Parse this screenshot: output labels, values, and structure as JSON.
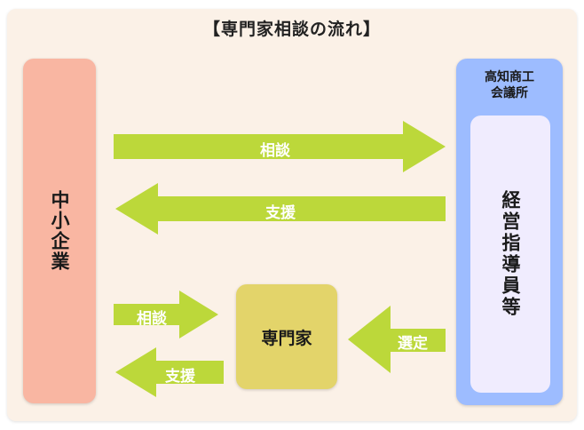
{
  "title": "【専門家相談の流れ】",
  "left_box": {
    "label": "中小企業"
  },
  "right_box": {
    "header_line1": "高知商工",
    "header_line2": "会議所",
    "inner_label": "経営指導員等"
  },
  "center_box": {
    "label": "専門家"
  },
  "arrows": {
    "top_consult": "相談",
    "top_support": "支援",
    "small_consult": "相談",
    "small_support": "支援",
    "selection": "選定"
  },
  "colors": {
    "panel": "#fbf1e7",
    "sme": "#f9b6a2",
    "chamber": "#9dbcff",
    "chamber_inner": "#f0ecfe",
    "expert": "#e3d46a",
    "arrow": "#bcd83a"
  }
}
